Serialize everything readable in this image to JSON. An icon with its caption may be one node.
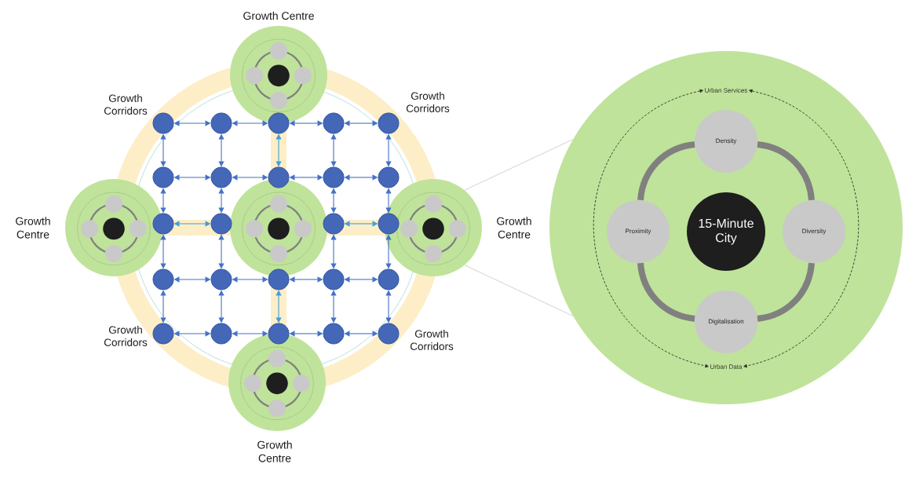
{
  "diagram": {
    "nodes": [
      {
        "text": [],
        "shape": "circle",
        "beside": [
          "Growth Centre"
        ]
      },
      {
        "text": [],
        "shape": "circle",
        "beside": [
          "Growth Centre"
        ]
      },
      {
        "text": [],
        "shape": "circle"
      },
      {
        "text": [],
        "shape": "circle",
        "beside": [
          "Growth Centre"
        ]
      },
      {
        "text": [],
        "shape": "circle",
        "beside": [
          "Growth Centre"
        ]
      },
      {
        "text": [],
        "shape": "circle"
      },
      {
        "text": [
          "15-Minute City"
        ],
        "in": 5
      },
      {
        "text": [
          "Density"
        ],
        "in": 5
      },
      {
        "text": [
          "Proximity"
        ],
        "in": 5
      },
      {
        "text": [
          "Diversity"
        ],
        "in": 5
      },
      {
        "text": [
          "Digitalisation"
        ],
        "in": 5
      },
      {
        "text": [
          "Urban Services"
        ],
        "in": 5
      },
      {
        "text": [
          "Urban Data"
        ],
        "in": 5
      },
      {
        "text": [],
        "shape": "circle"
      },
      {
        "text": [],
        "shape": "circle"
      },
      {
        "text": [],
        "shape": "circle"
      },
      {
        "text": [],
        "shape": "circle"
      },
      {
        "text": [],
        "shape": "circle"
      },
      {
        "text": [],
        "shape": "circle"
      },
      {
        "text": [],
        "shape": "circle"
      },
      {
        "text": [],
        "shape": "circle"
      },
      {
        "text": [],
        "shape": "circle"
      },
      {
        "text": [],
        "shape": "circle"
      },
      {
        "text": [],
        "shape": "circle"
      },
      {
        "text": [],
        "shape": "circle"
      },
      {
        "text": [],
        "shape": "circle"
      },
      {
        "text": [],
        "shape": "circle"
      },
      {
        "text": [],
        "shape": "circle"
      },
      {
        "text": [],
        "shape": "circle"
      },
      {
        "text": [],
        "shape": "circle"
      },
      {
        "text": [],
        "shape": "circle"
      },
      {
        "text": [],
        "shape": "circle"
      },
      {
        "text": [],
        "shape": "circle"
      },
      {
        "text": [],
        "shape": "circle"
      },
      {
        "text": [],
        "shape": "circle"
      },
      {
        "text": [],
        "shape": "circle"
      },
      {
        "text": [],
        "shape": "circle"
      }
    ],
    "edges": [
      {
        "from": 7,
        "to": 9,
        "arrow": "none",
        "style": "thick",
        "color": "#808080"
      },
      {
        "from": 9,
        "to": 10,
        "arrow": "none",
        "style": "thick",
        "color": "#808080"
      },
      {
        "from": 10,
        "to": 8,
        "arrow": "none",
        "style": "thick",
        "color": "#808080"
      },
      {
        "from": 8,
        "to": 7,
        "arrow": "none",
        "style": "thick",
        "color": "#808080"
      },
      {
        "from": 11,
        "to": 12,
        "arrow": "both",
        "style": "dashed",
        "color": "#333333"
      },
      {
        "from": 11,
        "to": 12,
        "arrow": "both",
        "style": "dashed",
        "color": "#333333"
      },
      {
        "from": 13,
        "to": 14,
        "arrow": "both"
      },
      {
        "from": 14,
        "to": 15,
        "arrow": "both"
      },
      {
        "from": 15,
        "to": 16,
        "arrow": "both"
      },
      {
        "from": 16,
        "to": 17,
        "arrow": "both"
      },
      {
        "from": 18,
        "to": 19,
        "arrow": "both"
      },
      {
        "from": 19,
        "to": 20,
        "arrow": "both"
      },
      {
        "from": 20,
        "to": 21,
        "arrow": "both"
      },
      {
        "from": 21,
        "to": 22,
        "arrow": "both"
      },
      {
        "from": 23,
        "to": 24,
        "arrow": "both",
        "color": "#3ea0dc"
      },
      {
        "from": 25,
        "to": 26,
        "arrow": "both",
        "color": "#3ea0dc"
      },
      {
        "from": 27,
        "to": 28,
        "arrow": "both"
      },
      {
        "from": 28,
        "to": 29,
        "arrow": "both"
      },
      {
        "from": 29,
        "to": 30,
        "arrow": "both"
      },
      {
        "from": 30,
        "to": 31,
        "arrow": "both"
      },
      {
        "from": 32,
        "to": 33,
        "arrow": "both"
      },
      {
        "from": 33,
        "to": 34,
        "arrow": "both"
      },
      {
        "from": 34,
        "to": 35,
        "arrow": "both"
      },
      {
        "from": 35,
        "to": 36,
        "arrow": "both"
      },
      {
        "from": 13,
        "to": 18,
        "arrow": "both"
      },
      {
        "from": 18,
        "to": 23,
        "arrow": "both"
      },
      {
        "from": 23,
        "to": 27,
        "arrow": "both"
      },
      {
        "from": 27,
        "to": 32,
        "arrow": "both"
      },
      {
        "from": 14,
        "to": 19,
        "arrow": "both"
      },
      {
        "from": 19,
        "to": 24,
        "arrow": "both"
      },
      {
        "from": 24,
        "to": 28,
        "arrow": "both"
      },
      {
        "from": 28,
        "to": 33,
        "arrow": "both"
      },
      {
        "from": 15,
        "to": 20,
        "arrow": "both",
        "color": "#3ea0dc"
      },
      {
        "from": 29,
        "to": 34,
        "arrow": "both",
        "color": "#3ea0dc"
      },
      {
        "from": 16,
        "to": 21,
        "arrow": "both"
      },
      {
        "from": 21,
        "to": 25,
        "arrow": "both"
      },
      {
        "from": 25,
        "to": 30,
        "arrow": "both"
      },
      {
        "from": 30,
        "to": 35,
        "arrow": "both"
      },
      {
        "from": 17,
        "to": 22,
        "arrow": "both"
      },
      {
        "from": 22,
        "to": 26,
        "arrow": "both"
      },
      {
        "from": 26,
        "to": 31,
        "arrow": "both"
      },
      {
        "from": 31,
        "to": 36,
        "arrow": "both"
      },
      {
        "from": 3,
        "to": 5,
        "arrow": "none",
        "color": "#d9d9d9"
      },
      {
        "from": 3,
        "to": 5,
        "arrow": "none",
        "color": "#d9d9d9"
      }
    ],
    "labels": [
      "Growth Corridors",
      "Growth Corridors",
      "Growth Corridors",
      "Growth Corridors"
    ]
  }
}
